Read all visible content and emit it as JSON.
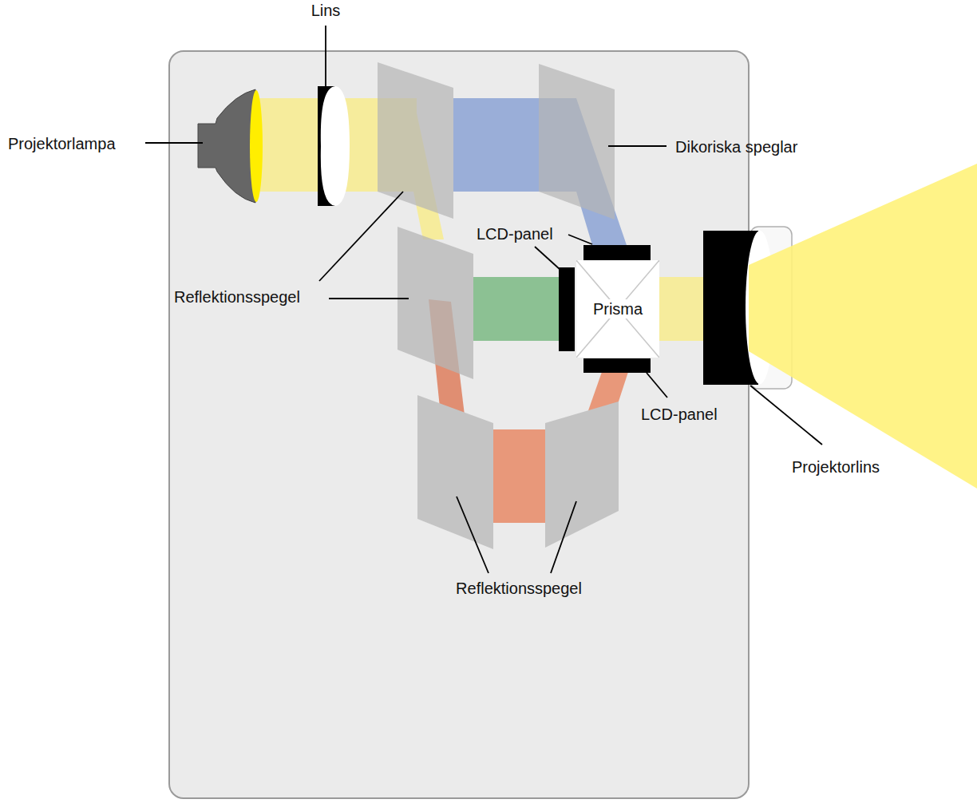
{
  "diagram": {
    "nodes": [
      {
        "text": [
          "Prisma"
        ]
      }
    ],
    "labels": [
      "Lins",
      "Projektorlampa",
      "Dikoriska speglar",
      "LCD-panel",
      "Reflektionsspegel",
      "LCD-panel",
      "Projektorlins",
      "Reflektionsspegel"
    ]
  }
}
